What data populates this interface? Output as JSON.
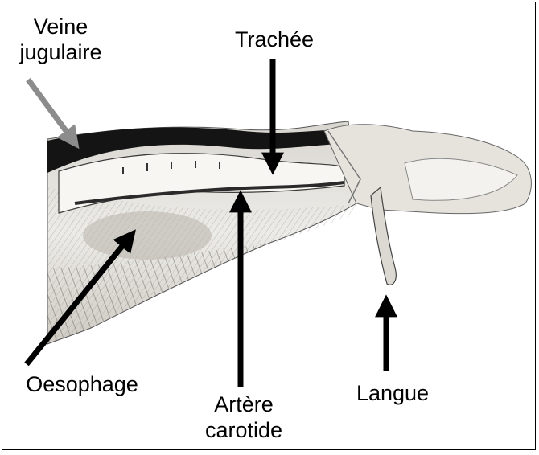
{
  "labels": {
    "veine_line1": "Veine",
    "veine_line2": "jugulaire",
    "trachee": "Trachée",
    "oesophage": "Oesophage",
    "artere_line1": "Artère",
    "artere_line2": "carotide",
    "langue": "Langue"
  },
  "colors": {
    "arrow_main": "#000000",
    "arrow_veine": "#8c8c8c",
    "tissue_dark": "#1a1a1a",
    "tissue_light": "#f2f2f0"
  }
}
